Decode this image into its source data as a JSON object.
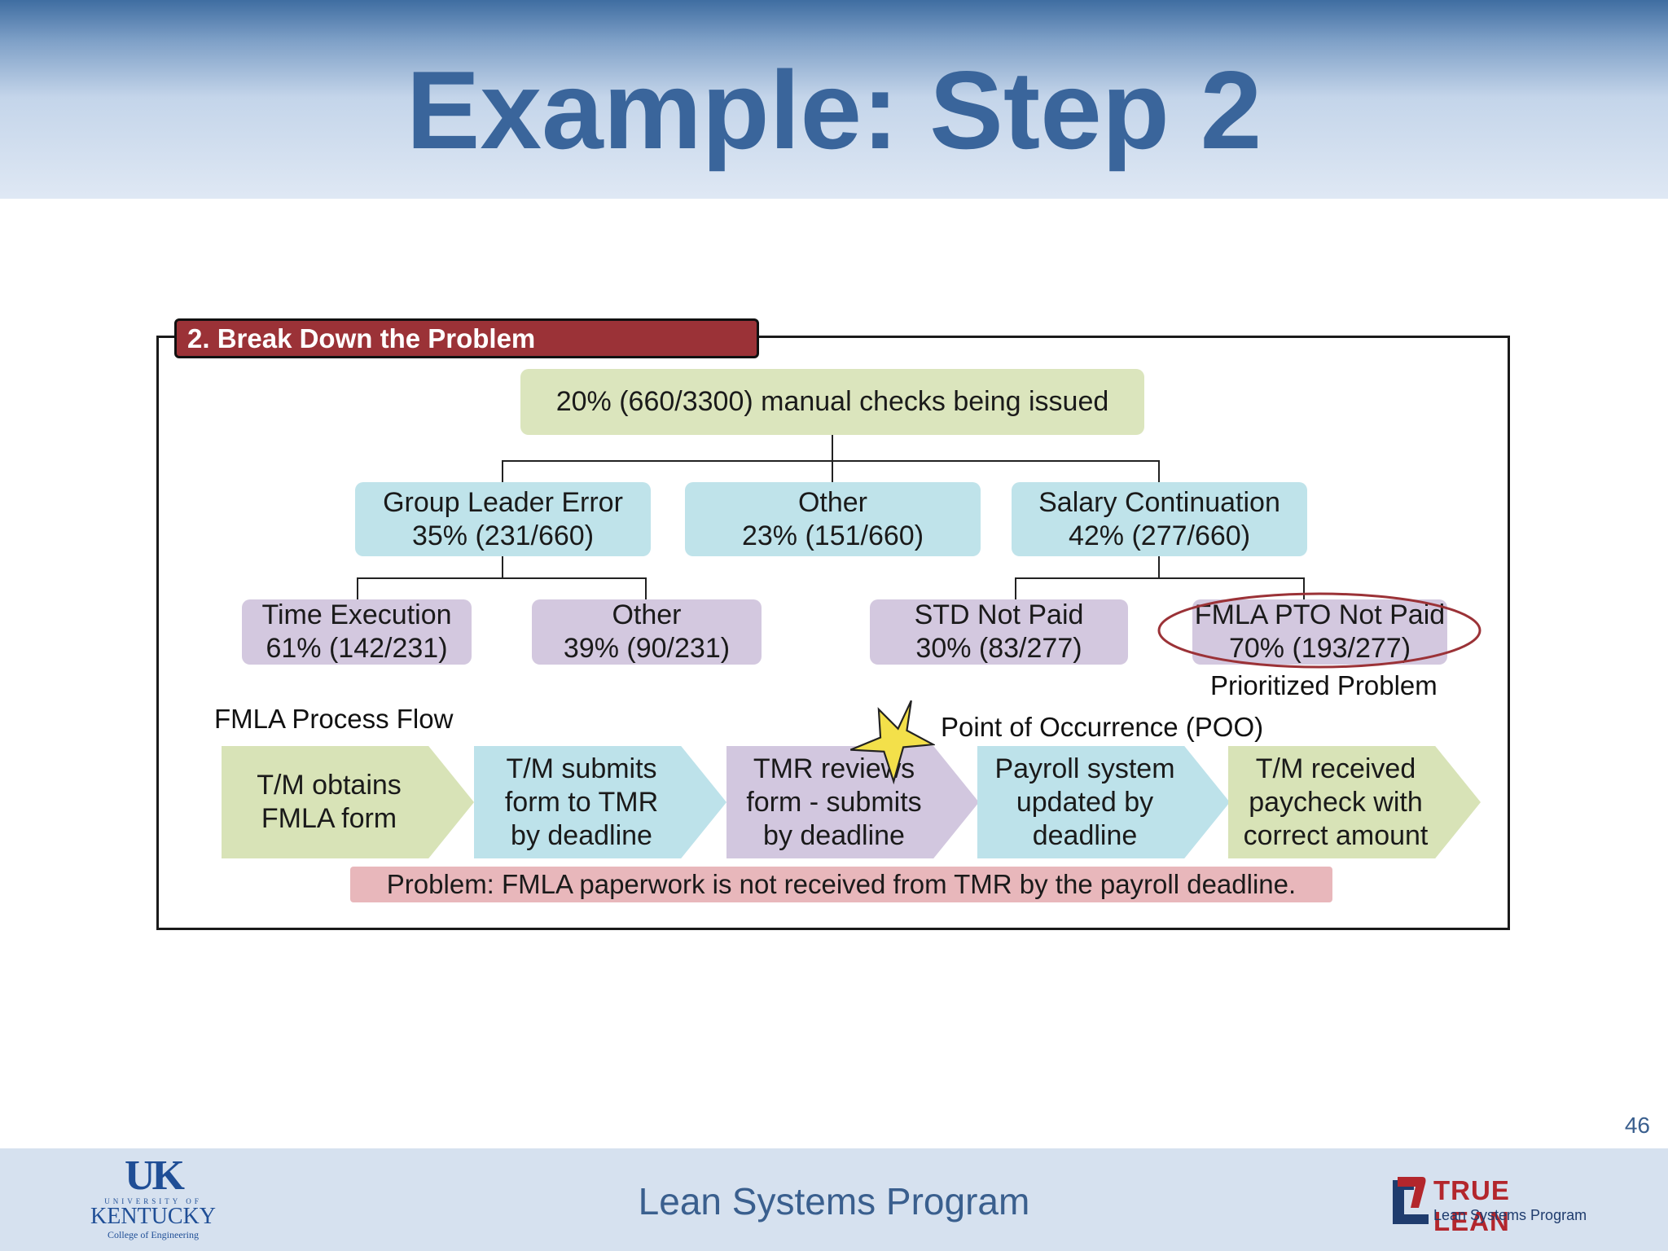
{
  "slide": {
    "title": "Example: Step 2",
    "page_number": "46"
  },
  "section": {
    "label": "2. Break Down the Problem"
  },
  "tree": {
    "root": {
      "text": "20% (660/3300) manual checks being issued"
    },
    "level1": [
      {
        "name": "Group Leader Error",
        "value": "35% (231/660)"
      },
      {
        "name": "Other",
        "value": "23% (151/660)"
      },
      {
        "name": "Salary Continuation",
        "value": "42% (277/660)"
      }
    ],
    "level2": [
      {
        "name": "Time Execution",
        "value": "61% (142/231)"
      },
      {
        "name": "Other",
        "value": "39% (90/231)"
      },
      {
        "name": "STD Not Paid",
        "value": "30% (83/277)"
      },
      {
        "name": "FMLA PTO Not Paid",
        "value": "70% (193/277)"
      }
    ],
    "prioritized_label": "Prioritized Problem"
  },
  "process_flow": {
    "label": "FMLA Process Flow",
    "poo_label": "Point of Occurrence (POO)",
    "steps": [
      {
        "lines": [
          "T/M obtains",
          "FMLA form"
        ]
      },
      {
        "lines": [
          "T/M submits",
          "form to TMR",
          "by deadline"
        ]
      },
      {
        "lines": [
          "TMR reviews",
          "form - submits",
          "by deadline"
        ]
      },
      {
        "lines": [
          "Payroll system",
          "updated by",
          "deadline"
        ]
      },
      {
        "lines": [
          "T/M received",
          "paycheck with",
          "correct amount"
        ]
      }
    ]
  },
  "problem_statement": "Problem: FMLA paperwork is not received from TMR by the payroll deadline.",
  "footer": {
    "program": "Lean Systems Program",
    "uk_logo": {
      "mark": "UK",
      "small": "UNIVERSITY OF",
      "name": "KENTUCKY",
      "sub": "College of Engineering"
    },
    "true_lean_logo": {
      "title": "TRUE LEAN",
      "subtitle": "Lean Systems Program"
    }
  },
  "colors": {
    "title": "#3a659b",
    "section_tag": "#9b3237",
    "green": "#dbe5bd",
    "blue": "#bfe3ea",
    "purple": "#d3c8df",
    "problem": "#e8b7bb",
    "highlight_ellipse": "#9b3237",
    "star": "#f3e04a"
  }
}
